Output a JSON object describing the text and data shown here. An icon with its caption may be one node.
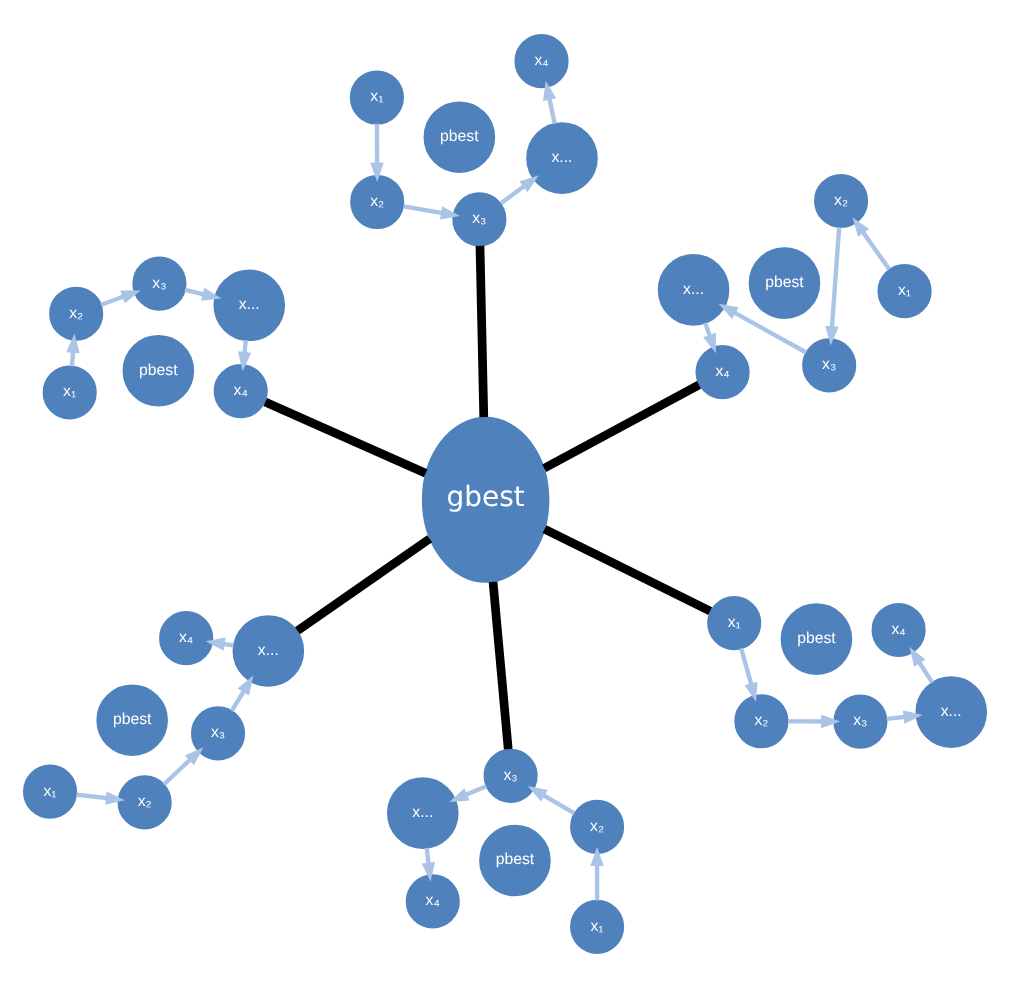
{
  "diagram": {
    "nodes": [
      {
        "text": [
          "x₁"
        ]
      },
      {
        "text": [
          "x₂"
        ]
      },
      {
        "text": [
          "pbest"
        ]
      },
      {
        "text": [
          "x₄"
        ]
      },
      {
        "text": [
          "x₃"
        ]
      },
      {
        "text": [
          "x..."
        ]
      },
      {
        "text": [
          "x₁"
        ]
      },
      {
        "text": [
          "x₂"
        ]
      },
      {
        "text": [
          "pbest"
        ]
      },
      {
        "text": [
          "x₄"
        ]
      },
      {
        "text": [
          "x₃"
        ]
      },
      {
        "text": [
          "x..."
        ]
      },
      {
        "text": [
          "x₁"
        ]
      },
      {
        "text": [
          "x₂"
        ]
      },
      {
        "text": [
          "pbest"
        ]
      },
      {
        "text": [
          "x₄"
        ]
      },
      {
        "text": [
          "x₃"
        ]
      },
      {
        "text": [
          "x..."
        ]
      },
      {
        "text": [
          "gbest"
        ]
      },
      {
        "text": [
          "x₁"
        ]
      },
      {
        "text": [
          "x₂"
        ]
      },
      {
        "text": [
          "pbest"
        ]
      },
      {
        "text": [
          "x₄"
        ]
      },
      {
        "text": [
          "x₃"
        ]
      },
      {
        "text": [
          "x..."
        ]
      },
      {
        "text": [
          "x₁"
        ]
      },
      {
        "text": [
          "x₂"
        ]
      },
      {
        "text": [
          "pbest"
        ]
      },
      {
        "text": [
          "x₄"
        ]
      },
      {
        "text": [
          "x₃"
        ]
      },
      {
        "text": [
          "x..."
        ]
      },
      {
        "text": [
          "x₁"
        ]
      },
      {
        "text": [
          "x₂"
        ]
      },
      {
        "text": [
          "pbest"
        ]
      },
      {
        "text": [
          "x₄"
        ]
      },
      {
        "text": [
          "x₃"
        ]
      },
      {
        "text": [
          "x..."
        ]
      }
    ],
    "edges": [
      {
        "from": 0,
        "to": 1,
        "arrow": "to",
        "color": "#a9c4e6"
      },
      {
        "from": 1,
        "to": 4,
        "arrow": "to",
        "color": "#a9c4e6"
      },
      {
        "from": 4,
        "to": 5,
        "arrow": "to",
        "color": "#a9c4e6"
      },
      {
        "from": 5,
        "to": 3,
        "arrow": "to",
        "color": "#a9c4e6"
      },
      {
        "from": 6,
        "to": 7,
        "arrow": "to",
        "color": "#a9c4e6"
      },
      {
        "from": 7,
        "to": 10,
        "arrow": "to",
        "color": "#a9c4e6"
      },
      {
        "from": 10,
        "to": 11,
        "arrow": "to",
        "color": "#a9c4e6"
      },
      {
        "from": 11,
        "to": 9,
        "arrow": "to",
        "color": "#a9c4e6"
      },
      {
        "from": 12,
        "to": 13,
        "arrow": "to",
        "color": "#a9c4e6"
      },
      {
        "from": 13,
        "to": 16,
        "arrow": "to",
        "color": "#a9c4e6"
      },
      {
        "from": 16,
        "to": 17,
        "arrow": "to",
        "color": "#a9c4e6"
      },
      {
        "from": 17,
        "to": 15,
        "arrow": "to",
        "color": "#a9c4e6"
      },
      {
        "from": 19,
        "to": 20,
        "arrow": "to",
        "color": "#a9c4e6"
      },
      {
        "from": 20,
        "to": 23,
        "arrow": "to",
        "color": "#a9c4e6"
      },
      {
        "from": 23,
        "to": 24,
        "arrow": "to",
        "color": "#a9c4e6"
      },
      {
        "from": 24,
        "to": 22,
        "arrow": "to",
        "color": "#a9c4e6"
      },
      {
        "from": 25,
        "to": 26,
        "arrow": "to",
        "color": "#a9c4e6"
      },
      {
        "from": 26,
        "to": 29,
        "arrow": "to",
        "color": "#a9c4e6"
      },
      {
        "from": 29,
        "to": 30,
        "arrow": "to",
        "color": "#a9c4e6"
      },
      {
        "from": 30,
        "to": 28,
        "arrow": "to",
        "color": "#a9c4e6"
      },
      {
        "from": 31,
        "to": 32,
        "arrow": "to",
        "color": "#a9c4e6"
      },
      {
        "from": 32,
        "to": 35,
        "arrow": "to",
        "color": "#a9c4e6"
      },
      {
        "from": 35,
        "to": 36,
        "arrow": "to",
        "color": "#a9c4e6"
      },
      {
        "from": 36,
        "to": 34,
        "arrow": "to",
        "color": "#a9c4e6"
      },
      {
        "from": 18,
        "to": 5,
        "arrow": "none",
        "style": "thick",
        "color": "#000000"
      },
      {
        "from": 18,
        "to": 10,
        "arrow": "none",
        "style": "thick",
        "color": "#000000"
      },
      {
        "from": 18,
        "to": 15,
        "arrow": "none",
        "style": "thick",
        "color": "#000000"
      },
      {
        "from": 18,
        "to": 23,
        "arrow": "none",
        "style": "thick",
        "color": "#000000"
      },
      {
        "from": 18,
        "to": 25,
        "arrow": "none",
        "style": "thick",
        "color": "#000000"
      },
      {
        "from": 18,
        "to": 34,
        "arrow": "none",
        "style": "thick",
        "color": "#000000"
      }
    ]
  }
}
